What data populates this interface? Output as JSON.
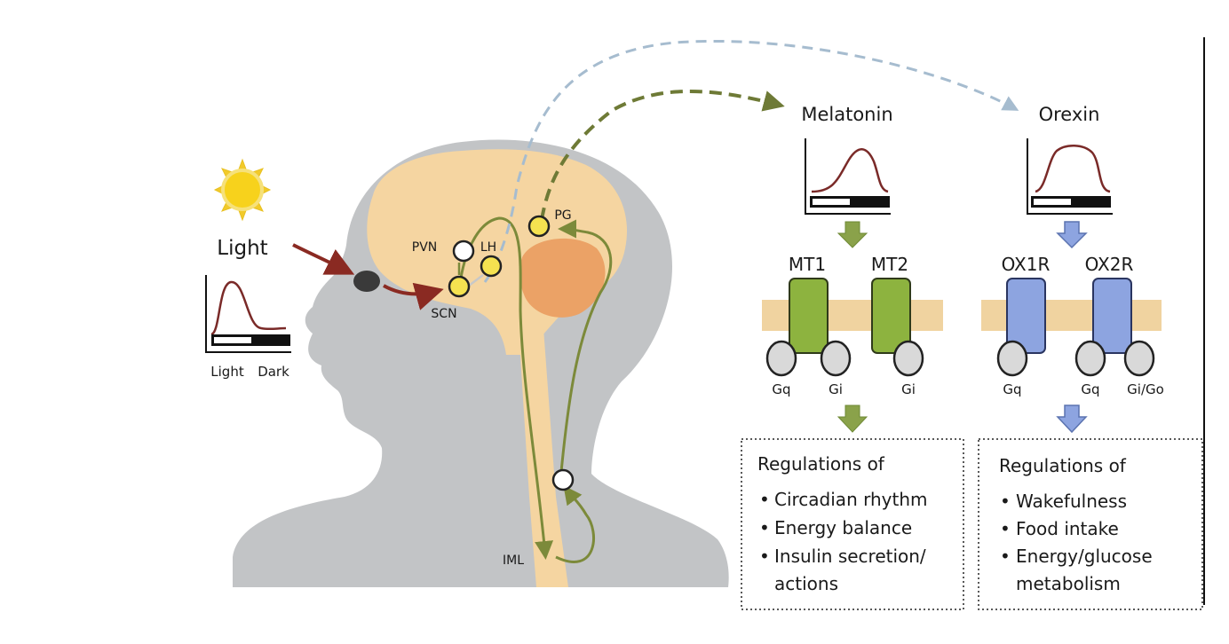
{
  "light_panel": {
    "title": "Light",
    "axis_left": "Light",
    "axis_right": "Dark"
  },
  "brain_labels": {
    "pvn": "PVN",
    "lh": "LH",
    "scn": "SCN",
    "pg": "PG",
    "iml": "IML"
  },
  "melatonin": {
    "title": "Melatonin",
    "receptor_1": "MT1",
    "receptor_2": "MT2",
    "g1": "Gq",
    "g2": "Gi",
    "g3": "Gi",
    "box_title": "Regulations of",
    "items": [
      "Circadian rhythm",
      "Energy balance",
      "Insulin secretion/",
      "actions"
    ]
  },
  "orexin": {
    "title": "Orexin",
    "receptor_1": "OX1R",
    "receptor_2": "OX2R",
    "g1": "Gq",
    "g2": "Gq",
    "g3": "Gi/Go",
    "box_title": "Regulations of",
    "items": [
      "Wakefulness",
      "Food intake",
      "Energy/glucose",
      "metabolism"
    ]
  },
  "colors": {
    "head": "#c2c4c6",
    "brain": "#f5d5a1",
    "cerebellum": "#eba266",
    "spinal": "#f5d5a1",
    "green_arrow": "#7c8a3a",
    "red_arrow": "#8a2a22",
    "melatonin_receptor": "#8db33f",
    "orexin_receptor": "#8da4e0",
    "membrane": "#f0d3a0",
    "g_protein": "#d9d9d9",
    "sun": "#f5cf1c"
  }
}
